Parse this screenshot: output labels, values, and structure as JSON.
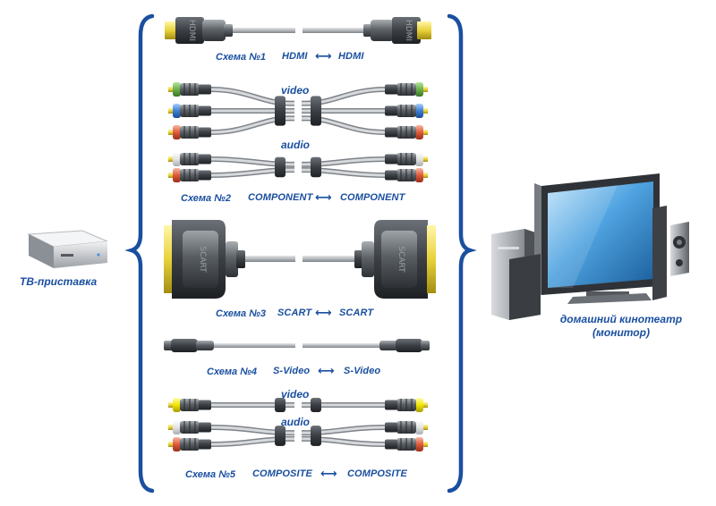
{
  "devices": {
    "left": "ТВ-приставка",
    "right_line1": "домашний кинотеатр",
    "right_line2": "(монитор)"
  },
  "connectors": {
    "hdmi_plug": "HDMI",
    "scart_plug": "SCART"
  },
  "schemes": [
    {
      "number": "Схема №1",
      "from": "HDMI",
      "arrow": "⟷",
      "to": "HDMI",
      "signals": []
    },
    {
      "number": "Схема №2",
      "from": "COMPONENT",
      "arrow": "⟷",
      "to": "COMPONENT",
      "signals": [
        "video",
        "audio"
      ]
    },
    {
      "number": "Схема №3",
      "from": "SCART",
      "arrow": "⟷",
      "to": "SCART",
      "signals": []
    },
    {
      "number": "Схема №4",
      "from": "S-Video",
      "arrow": "⟷",
      "to": "S-Video",
      "signals": []
    },
    {
      "number": "Схема №5",
      "from": "COMPOSITE",
      "arrow": "⟷",
      "to": "COMPOSITE",
      "signals": [
        "video",
        "audio"
      ]
    }
  ],
  "colors": {
    "label_blue": "#1a4fa0",
    "brace": "#1a4fa0",
    "rca_green": "#6ab04c",
    "rca_blue": "#3c7fd6",
    "rca_red": "#e05a3c",
    "rca_white": "#e8e8e8",
    "rca_yellow": "#f2e600",
    "gold": "#e8d23a",
    "cable": "#b9bcc0",
    "screen": "#4fa3e0"
  }
}
